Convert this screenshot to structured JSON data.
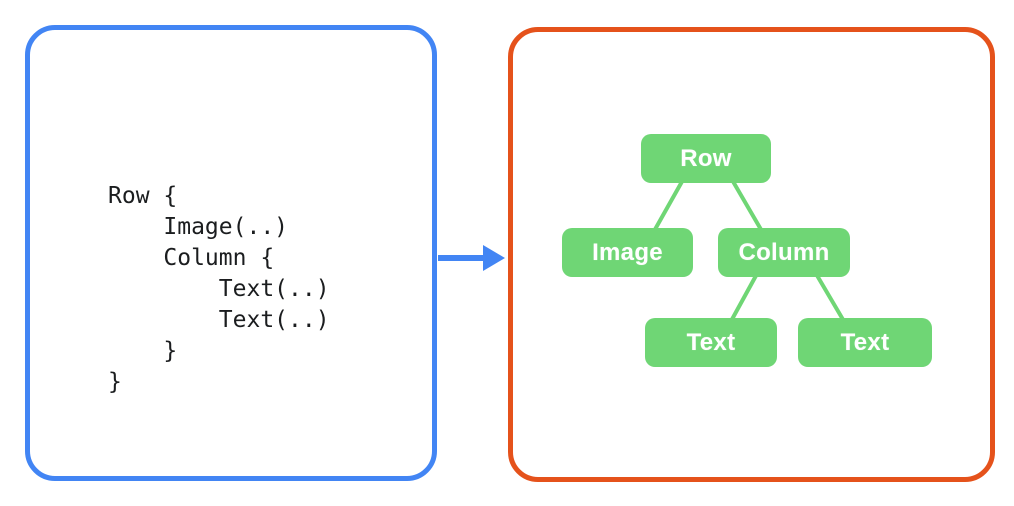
{
  "left_panel": {
    "description": "code-sample",
    "code_lines": [
      "Row {",
      "    Image(..)",
      "    Column {",
      "        Text(..)",
      "        Text(..)",
      "    }",
      "}"
    ]
  },
  "arrow": {
    "direction": "right",
    "color": "#4285F4"
  },
  "tree": {
    "nodes": [
      {
        "id": "row",
        "label": "Row",
        "parent": null
      },
      {
        "id": "image",
        "label": "Image",
        "parent": "row"
      },
      {
        "id": "column",
        "label": "Column",
        "parent": "row"
      },
      {
        "id": "text1",
        "label": "Text",
        "parent": "column"
      },
      {
        "id": "text2",
        "label": "Text",
        "parent": "column"
      }
    ],
    "edges": [
      [
        "row",
        "image"
      ],
      [
        "row",
        "column"
      ],
      [
        "column",
        "text1"
      ],
      [
        "column",
        "text2"
      ]
    ]
  },
  "colors": {
    "code_panel_border": "#4285F4",
    "tree_panel_border": "#E5521B",
    "node_fill": "#6FD675",
    "edge_stroke": "#6FD675",
    "node_text": "#FFFFFF",
    "code_text": "#1B1D1F",
    "background": "#FFFFFF"
  }
}
